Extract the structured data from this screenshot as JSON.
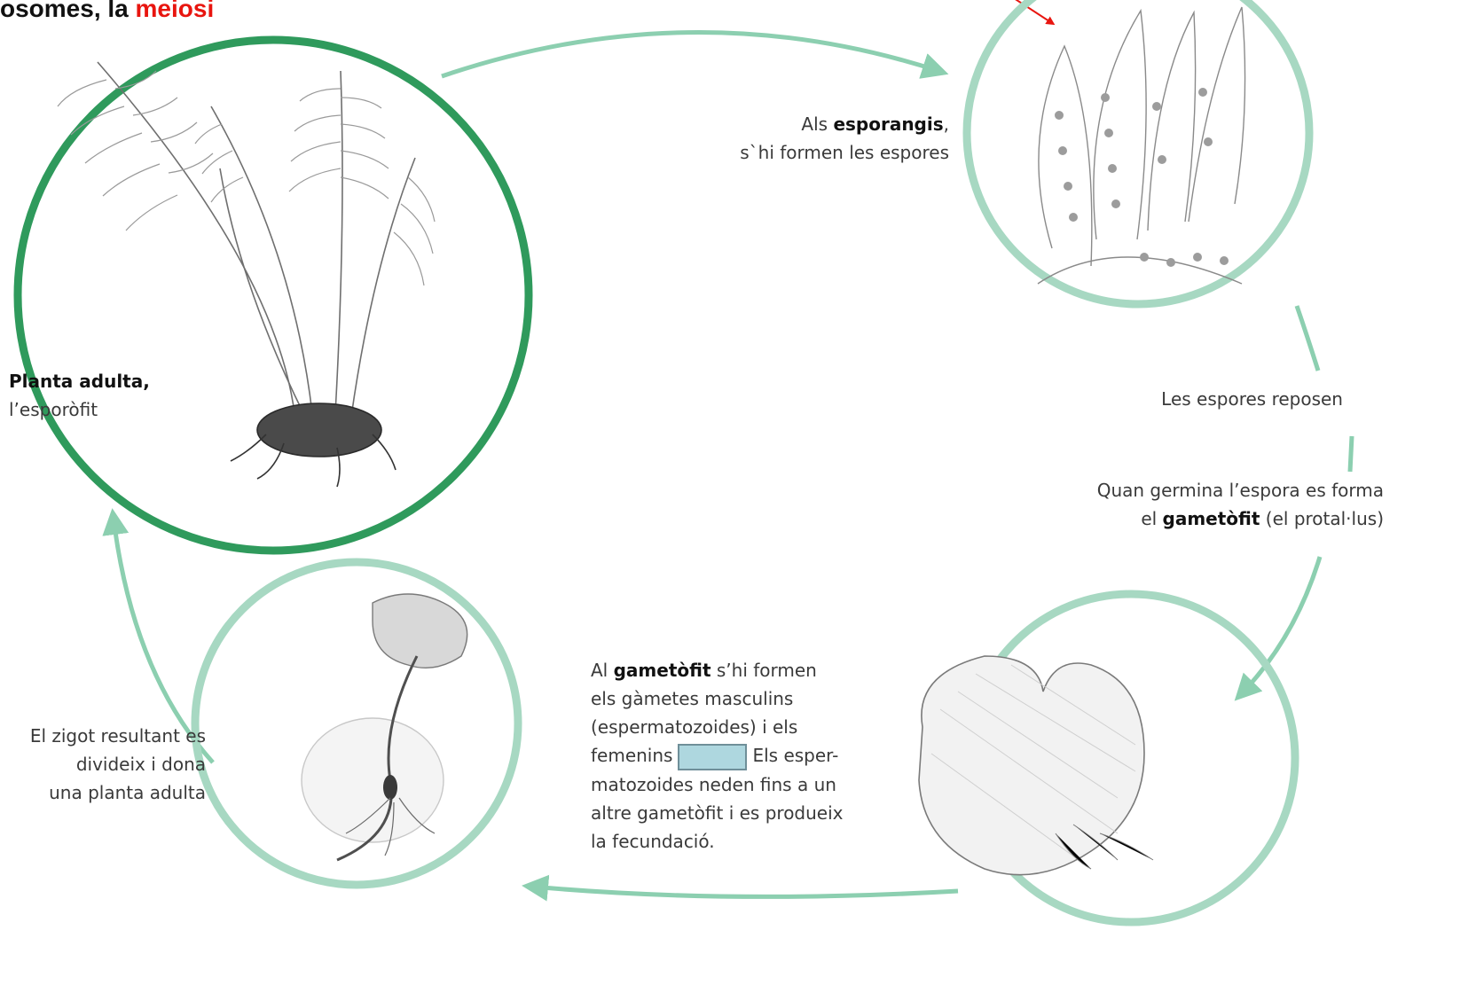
{
  "heading": {
    "prefix": "osomes, la ",
    "highlight": "meiosi"
  },
  "colors": {
    "ring_dark": "#2f9a5c",
    "ring_light": "#a7d8c2",
    "arrow": "#8ccfb0",
    "highlight": "#e8150f",
    "blank_fill": "#aed7df"
  },
  "stages": {
    "adult": {
      "bold": "Planta adulta,",
      "text": "l’esporòfit"
    },
    "sporangia": {
      "prefix": "Als ",
      "bold": "esporangis",
      "suffix": ",",
      "line2": "s`hi formen les espores"
    },
    "rest": {
      "text": "Les espores reposen"
    },
    "germination": {
      "line1": "Quan germina l’espora es forma",
      "line2_prefix": "el ",
      "line2_bold": "gametòfit",
      "line2_suffix": " (el protal·lus)"
    },
    "gametophyte": {
      "bold": "gametòfit",
      "prefix": "Al ",
      "suffix": " s’hi formen",
      "line2": "els gàmetes masculins",
      "line3": "(espermatozoides) i els",
      "line4_prefix": "femenins",
      "line4_suffix": "Els esper-",
      "line5": "matozoides neden fins a un",
      "line6": "altre gametòfit i es produeix",
      "line7": "la fecundació."
    },
    "zygote": {
      "line1": "El zigot resultant es",
      "line2": "divideix i dona",
      "line3": "una planta adulta"
    }
  },
  "icons": [
    "fern-plant-icon",
    "sporangia-leaf-icon",
    "prothallus-icon",
    "young-sporophyte-icon"
  ]
}
